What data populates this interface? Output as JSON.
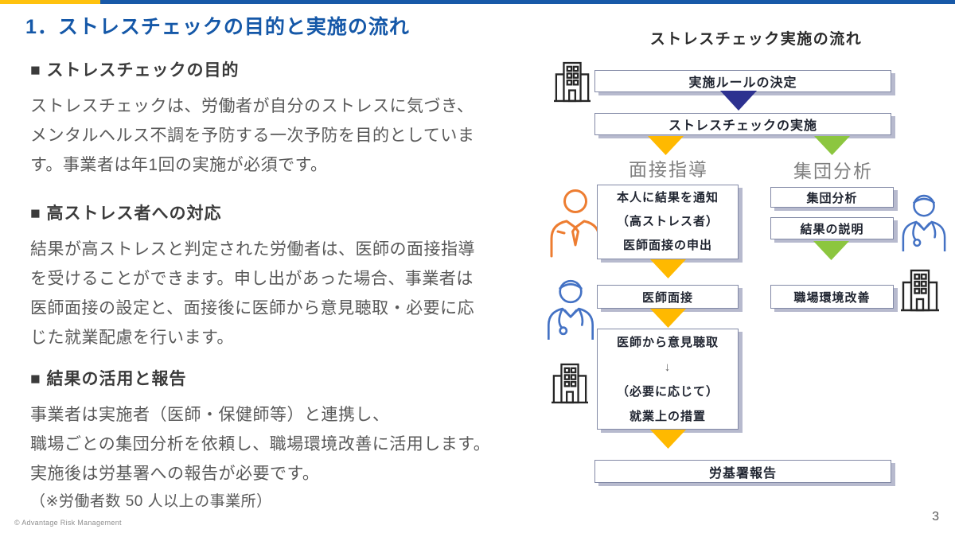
{
  "slide": {
    "title": "1．ストレスチェックの目的と実施の流れ",
    "page_number": "3",
    "footer": "© Advantage Risk Management"
  },
  "sections": [
    {
      "heading": "■ ストレスチェックの目的",
      "lines": [
        "ストレスチェックは、労働者が自分のストレスに気づき、",
        "メンタルヘルス不調を予防する一次予防を目的としていま",
        "す。事業者は年1回の実施が必須です。"
      ]
    },
    {
      "heading": "■ 高ストレス者への対応",
      "lines": [
        "結果が高ストレスと判定された労働者は、医師の面接指導",
        "を受けることができます。申し出があった場合、事業者は",
        "医師面接の設定と、面接後に医師から意見聴取・必要に応",
        "じた就業配慮を行います。"
      ]
    },
    {
      "heading": "■ 結果の活用と報告",
      "lines": [
        "事業者は実施者（医師・保健師等）と連携し、",
        "職場ごとの集団分析を依頼し、職場環境改善に活用します。",
        "実施後は労基署への報告が必要です。"
      ],
      "note": "（※労働者数 50 人以上の事業所）"
    }
  ],
  "flowchart": {
    "title": "ストレスチェック実施の流れ",
    "branch_labels": {
      "left": "面接指導",
      "right": "集団分析"
    },
    "boxes": {
      "rule": "実施ルールの決定",
      "implement": "ストレスチェックの実施",
      "notify_line1": "本人に結果を通知",
      "notify_line2": "（高ストレス者）",
      "notify_line3": "医師面接の申出",
      "shudan": "集団分析",
      "kekka": "結果の説明",
      "ishi": "医師面接",
      "kaizen": "職場環境改善",
      "opinion_line1": "医師から意見聴取",
      "opinion_line2": "↓",
      "opinion_line3": "（必要に応じて）",
      "opinion_line4": "就業上の措置",
      "roukisho": "労基署報告"
    }
  },
  "icons": {
    "building": "office-building outline (tower with windows, door, side wings)",
    "employee": "worker outline with tie (orange)",
    "doctor": "doctor outline with stethoscope (blue)"
  },
  "colors": {
    "accent_yellow": "#FFC20E",
    "accent_blue": "#1859A8",
    "title_blue": "#1558A8",
    "arrow_navy": "#2D3190",
    "arrow_yellow": "#FFB900",
    "arrow_green": "#8CC63F",
    "icon_orange": "#ED7D31",
    "icon_blue": "#4472C4",
    "icon_black": "#262626"
  }
}
